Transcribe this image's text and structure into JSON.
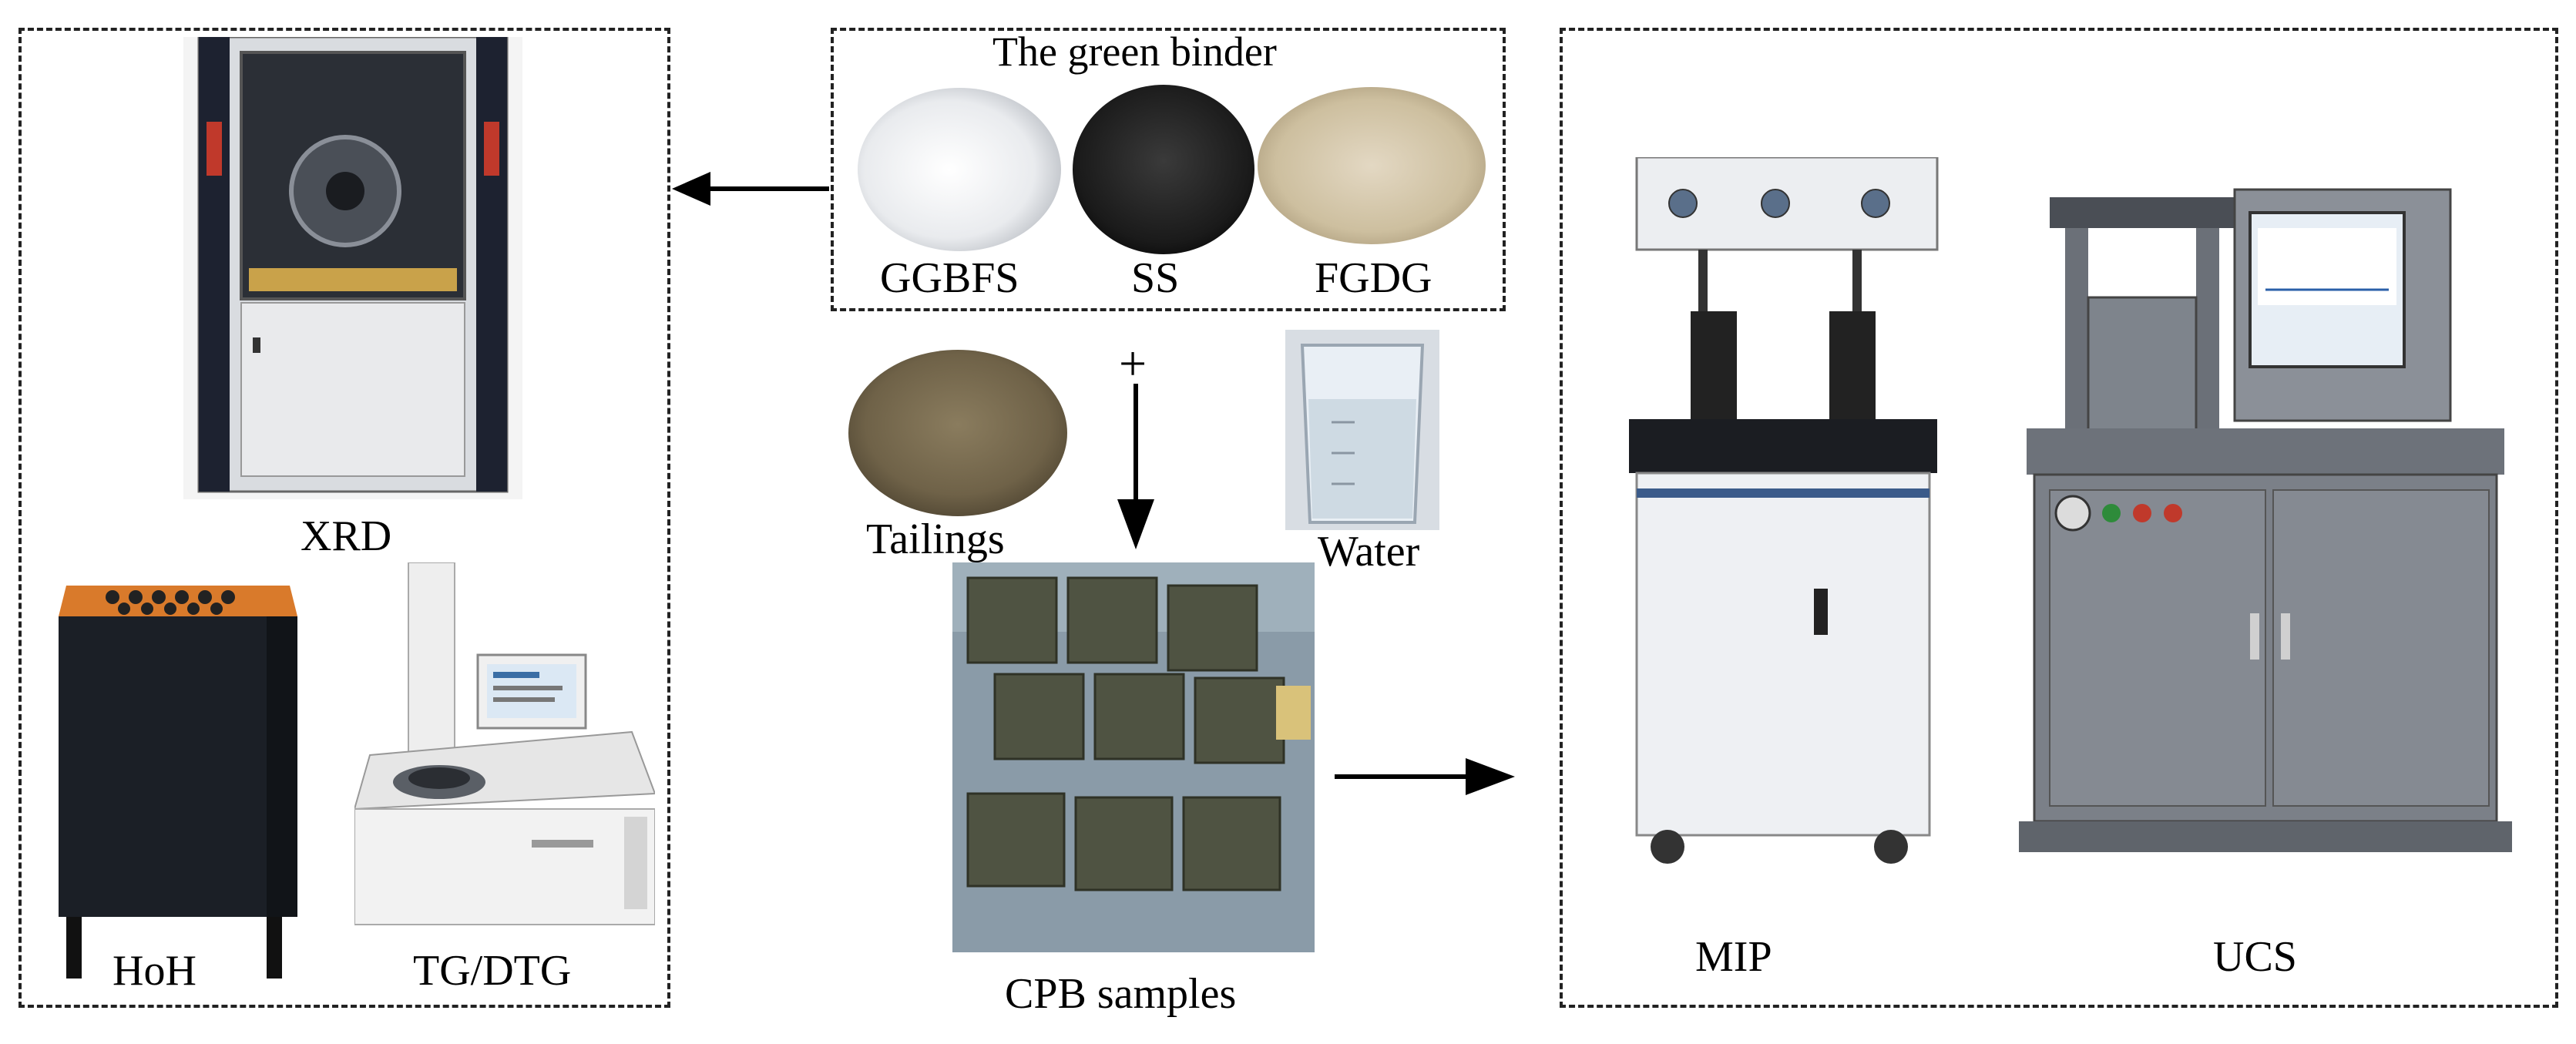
{
  "binder": {
    "title": "The green binder",
    "materials": [
      "GGBFS",
      "SS",
      "FGDG"
    ]
  },
  "inputs": {
    "tailings": "Tailings",
    "water": "Water",
    "plus": "+"
  },
  "samples": {
    "label": "CPB samples"
  },
  "tests": {
    "xrd": "XRD",
    "hoh": "HoH",
    "tgdtg": "TG/DTG",
    "mip": "MIP",
    "ucs": "UCS"
  }
}
